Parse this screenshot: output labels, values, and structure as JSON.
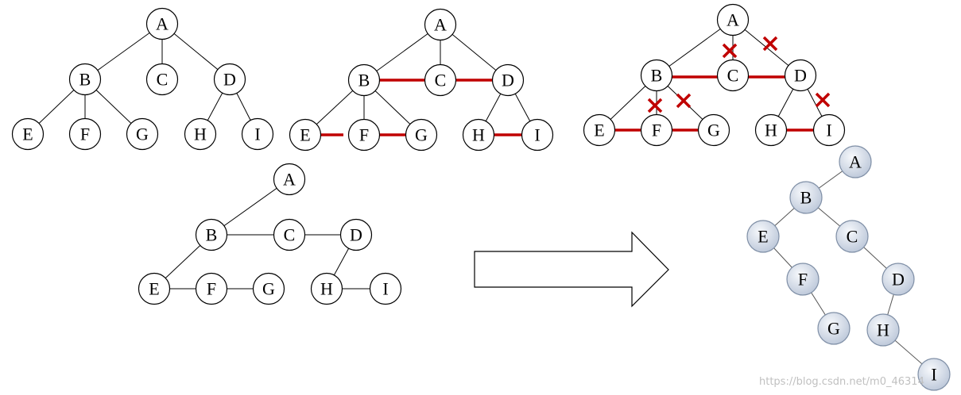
{
  "node_labels": [
    "A",
    "B",
    "C",
    "D",
    "E",
    "F",
    "G",
    "H",
    "I"
  ],
  "colors": {
    "added_edge": "#c00000",
    "removed_marker": "#c00000",
    "binary_node_fill": "#cfd8e6"
  },
  "watermark": "https://blog.csdn.net/m0_46314"
}
